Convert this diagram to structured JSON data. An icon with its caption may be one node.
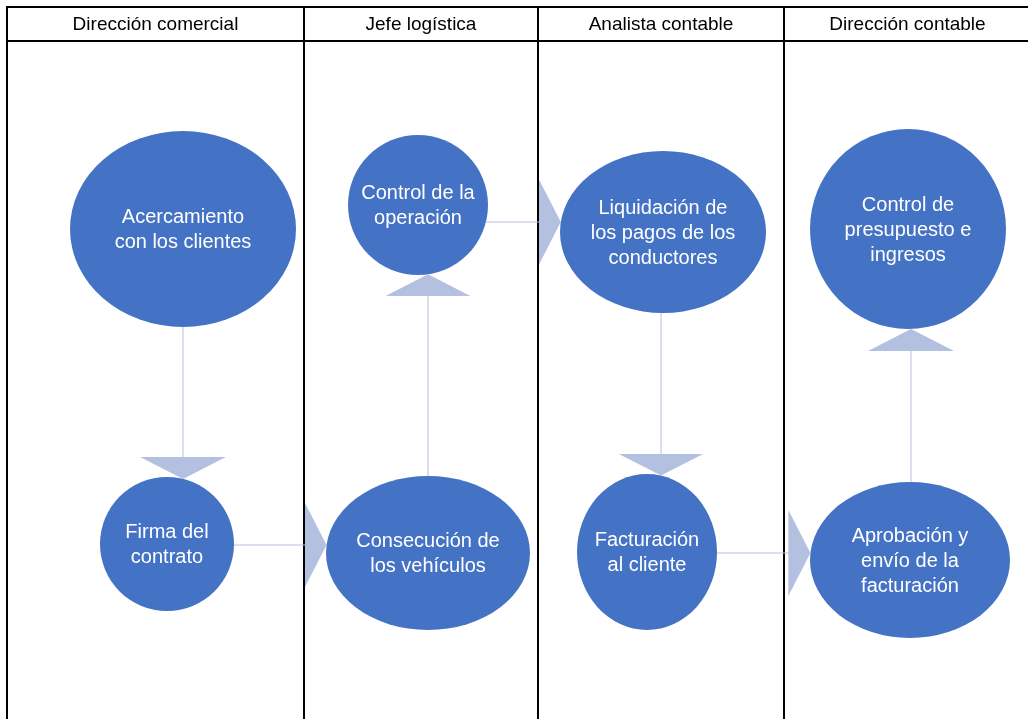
{
  "diagram": {
    "nodes": [
      {
        "text": [
          "Dirección comercial"
        ]
      },
      {
        "text": [
          "Jefe logística"
        ]
      },
      {
        "text": [
          "Analista contable"
        ]
      },
      {
        "text": [
          "Dirección contable"
        ]
      },
      {
        "text": [
          "Acercamiento con los clientes"
        ],
        "in": 0
      },
      {
        "text": [
          "Firma del contrato"
        ],
        "in": 0
      },
      {
        "text": [
          "Consecución de los vehículos"
        ],
        "in": 1
      },
      {
        "text": [
          "Control de la operación"
        ],
        "in": 1
      },
      {
        "text": [
          "Liquidación de los pagos de los conductores"
        ],
        "in": 2
      },
      {
        "text": [
          "Facturación al cliente"
        ],
        "in": 2
      },
      {
        "text": [
          "Aprobación y envío de la facturación"
        ],
        "in": 3
      },
      {
        "text": [
          "Control de presupuesto e ingresos"
        ],
        "in": 3
      }
    ],
    "edges": [
      {
        "from": 4,
        "to": 5,
        "arrow": "to"
      },
      {
        "from": 5,
        "to": 6,
        "arrow": "to"
      },
      {
        "from": 6,
        "to": 7,
        "arrow": "to"
      },
      {
        "from": 7,
        "to": 8,
        "arrow": "to"
      },
      {
        "from": 8,
        "to": 9,
        "arrow": "to"
      },
      {
        "from": 9,
        "to": 10,
        "arrow": "to"
      },
      {
        "from": 10,
        "to": 11,
        "arrow": "to"
      }
    ]
  }
}
